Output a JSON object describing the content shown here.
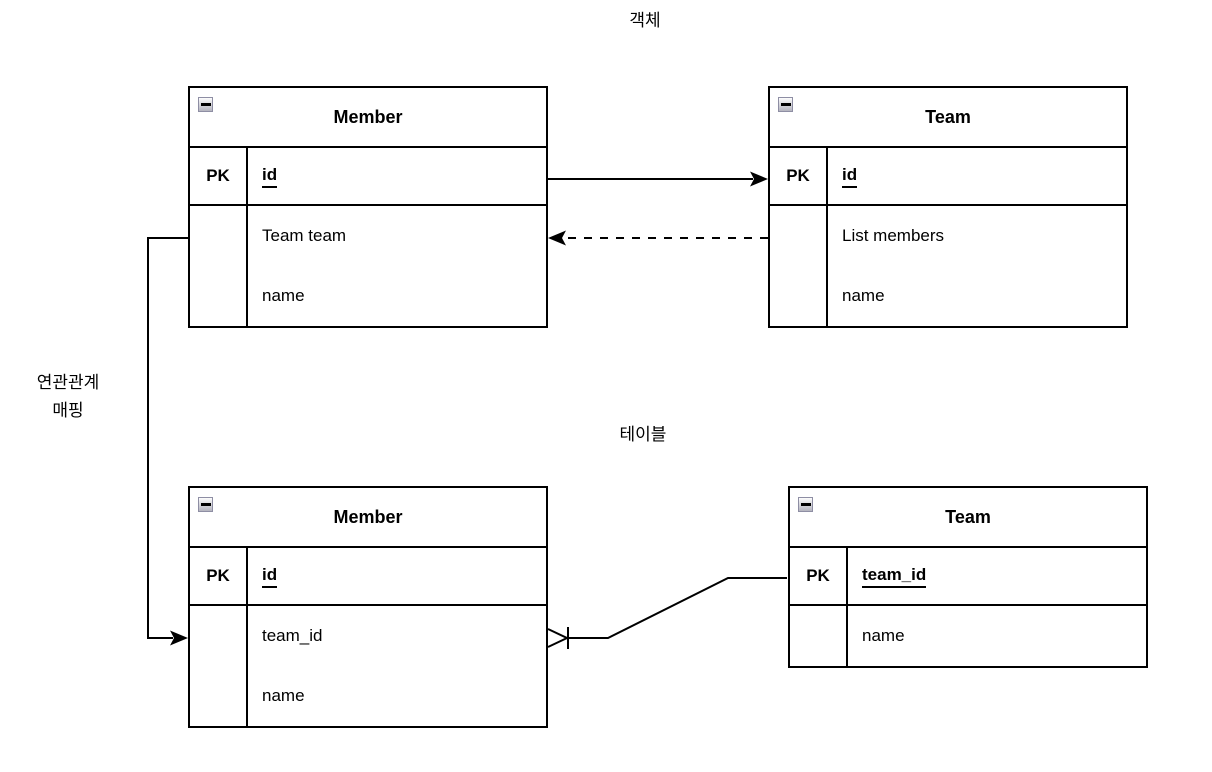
{
  "labels": {
    "object_section": "객체",
    "table_section": "테이블",
    "mapping": "연관관계\n매핑"
  },
  "entities": [
    {
      "id": "member-object",
      "title": "Member",
      "pk_label": "PK",
      "pk_field": "id",
      "fields": [
        "Team team",
        "name"
      ]
    },
    {
      "id": "team-object",
      "title": "Team",
      "pk_label": "PK",
      "pk_field": "id",
      "fields": [
        "List members",
        "name"
      ]
    },
    {
      "id": "member-table",
      "title": "Member",
      "pk_label": "PK",
      "pk_field": "id",
      "fields": [
        "team_id",
        "name"
      ]
    },
    {
      "id": "team-table",
      "title": "Team",
      "pk_label": "PK",
      "pk_field": "team_id",
      "fields": [
        "name"
      ]
    }
  ],
  "edges": [
    {
      "from": "Member (객체)",
      "to": "Team (객체)",
      "style": "solid-arrow-right"
    },
    {
      "from": "Team (객체)",
      "to": "Member (객체)",
      "style": "dashed-arrow-left"
    },
    {
      "from": "Member (객체) Team team",
      "to": "Member (테이블) team_id",
      "style": "solid-arrow-elbow"
    },
    {
      "from": "Member (테이블) team_id",
      "to": "Team (테이블) team_id",
      "style": "crowsfoot-many-to-one"
    }
  ],
  "icons": {
    "collapse": "minus-icon"
  },
  "colors": {
    "stroke": "#000000",
    "background": "#ffffff",
    "collapse_fill": "#c9c9d4"
  }
}
